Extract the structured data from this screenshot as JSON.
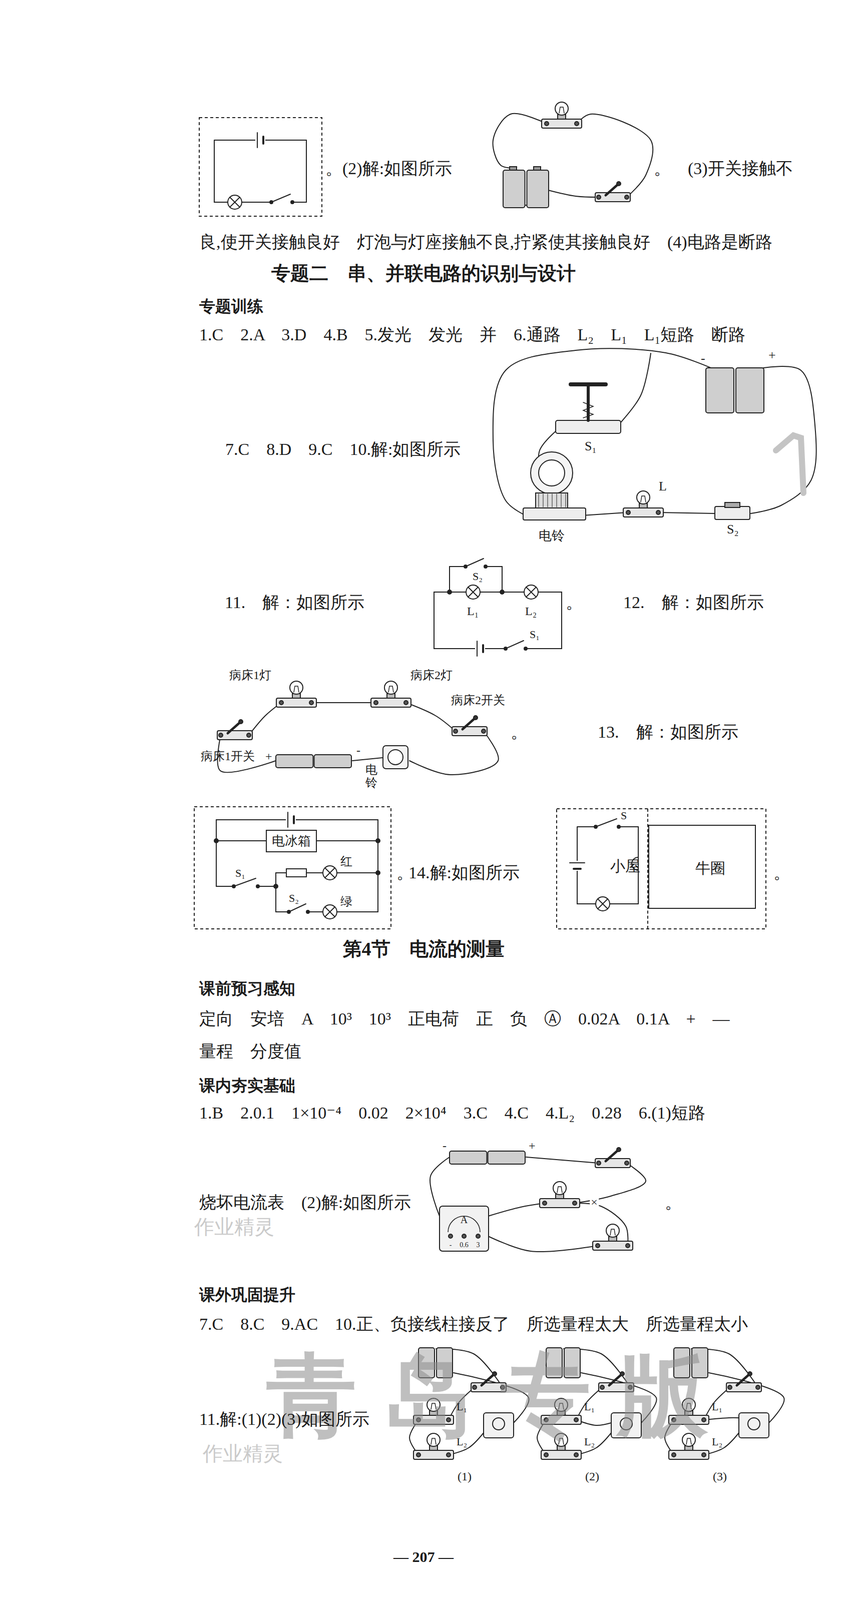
{
  "diagram": {
    "nodes": [
      {
        "text": [
          "电冰箱"
        ]
      },
      {
        "text": [
          "小屋"
        ]
      },
      {
        "text": [
          "牛圈"
        ]
      }
    ],
    "labels": [
      "。",
      "(2)解:如图所示",
      "。　(3)开关接触不",
      "良,使开关接触良好　灯泡与灯座接触不良,拧紧使其接触良好　(4)电路是断路",
      "专题二　串、并联电路的识别与设计",
      "专题训练",
      "1.C　2.A　3.D　4.B　5.发光　发光　并　6.通路　L₂　L₁　L₁短路　断路",
      "7.C　8.D　9.C　10.解:如图所示",
      "-",
      "+",
      "S₁",
      "电铃",
      "L",
      "S₂",
      "11.　解：如图所示",
      "S₂",
      "L₁",
      "L₂",
      "S₁",
      "。",
      "12.　解：如图所示",
      "病床1灯",
      "病床2灯",
      "病床2开关",
      "病床1开关",
      "+",
      "-",
      "电铃",
      "。",
      "13.　解：如图所示",
      "S₁",
      "红",
      "S₂",
      "绿",
      "。",
      "14.解:如图所示",
      "S",
      "。",
      "第4节　电流的测量",
      "课前预习感知",
      "定向　安培　A　10³　10³　正电荷　正　负　Ⓐ　0.02A　0.1A　+　—",
      "量程　分度值",
      "课内夯实基础",
      "1.B　2.0.1　1×10⁻⁴　0.02　2×10⁴　3.C　4.C　4.L₂　0.28　6.(1)短路",
      "烧坏电流表　(2)解:如图所示",
      "-",
      "+",
      "A",
      "-",
      "0.6",
      "3",
      "×",
      "。",
      "课外巩固提升",
      "7.C　8.C　9.AC　10.正、负接线柱接反了　所选量程太大　所选量程太小",
      "11.解:(1)(2)(3)如图所示",
      "L₁",
      "L₂",
      "(1)",
      "L₁",
      "L₂",
      "(2)",
      "L₁",
      "L₂",
      "(3)",
      "青岛专版",
      "作业精灵",
      "作业精灵",
      "— 207 —"
    ]
  }
}
